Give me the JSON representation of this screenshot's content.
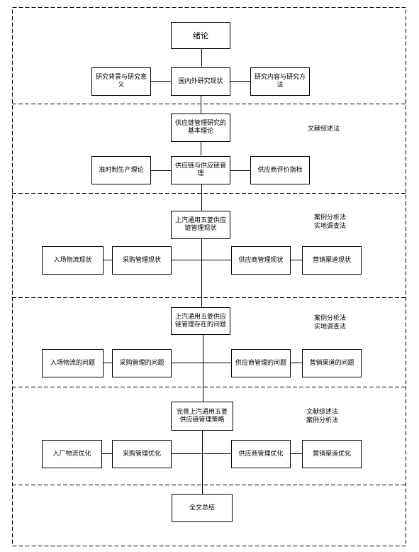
{
  "sections": [
    {
      "main": "绪论",
      "center": "国内外研究现状",
      "left": [
        "研究背景与研究意义"
      ],
      "right": [
        "研究内容与研究方法"
      ],
      "note": []
    },
    {
      "main": "供应链管理研究的基本理论",
      "center": "供应链与供应链管理",
      "left": [
        "准时制生产理论"
      ],
      "right": [
        "供应商评价指标"
      ],
      "note": [
        "文献综述法"
      ]
    },
    {
      "main": "上汽通用五菱供应链管理现状",
      "left": [
        "入场物流现状",
        "采购管理现状"
      ],
      "right": [
        "供应商管理现状",
        "营销渠道现状"
      ],
      "note": [
        "案例分析法",
        "实地调查法"
      ]
    },
    {
      "main": "上汽通用五菱供应链管理存在的问题",
      "left": [
        "入场物流的问题",
        "采购管理的问题"
      ],
      "right": [
        "供应商管理的问题",
        "营销渠道的问题"
      ],
      "note": [
        "案例分析法",
        "实地调查法"
      ]
    },
    {
      "main": "完善上汽通用五菱供应链管理策略",
      "left": [
        "入厂物流优化",
        "采购管理优化"
      ],
      "right": [
        "供应商管理优化",
        "营销渠道优化"
      ],
      "note": [
        "文献综述法",
        "案例分析法"
      ]
    }
  ],
  "conclusion": "全文总结"
}
